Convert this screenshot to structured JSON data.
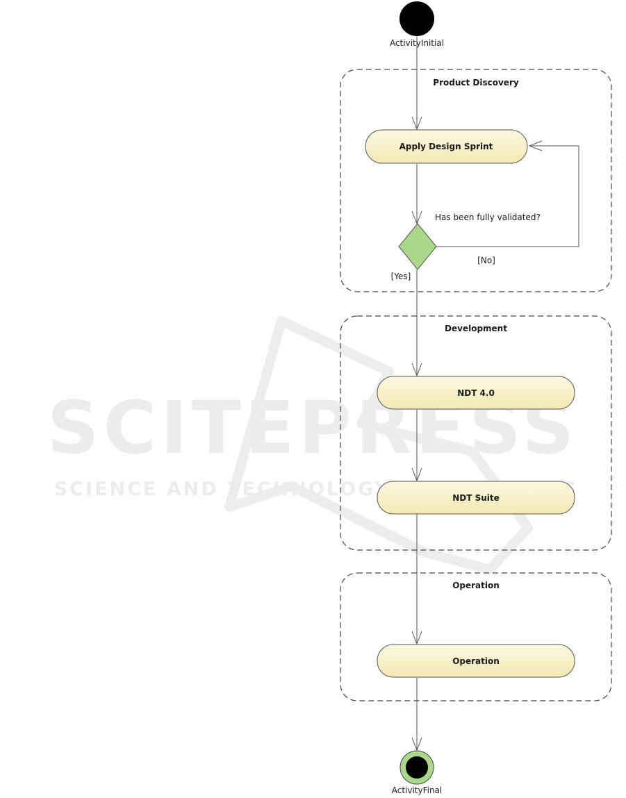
{
  "watermark": {
    "title": "SCITEPRESS",
    "subtitle": "SCIENCE AND TECHNOLOGY PUBLICATIONS"
  },
  "nodes": {
    "initial": {
      "label": "ActivityInitial"
    },
    "final": {
      "label": "ActivityFinal"
    },
    "decision": {
      "question": "Has been fully validated?",
      "yes_label": "[Yes]",
      "no_label": "[No]"
    }
  },
  "partitions": [
    {
      "label": "Product Discovery"
    },
    {
      "label": "Development"
    },
    {
      "label": "Operation"
    }
  ],
  "activities": [
    {
      "label": "Apply Design Sprint"
    },
    {
      "label": "NDT 4.0"
    },
    {
      "label": "NDT Suite"
    },
    {
      "label": "Operation"
    }
  ],
  "colors": {
    "activity_fill": "#f7f0c4",
    "decision_fill": "#a9d888",
    "final_ring": "#a9d888",
    "stroke": "#555555",
    "node_black": "#000000"
  }
}
